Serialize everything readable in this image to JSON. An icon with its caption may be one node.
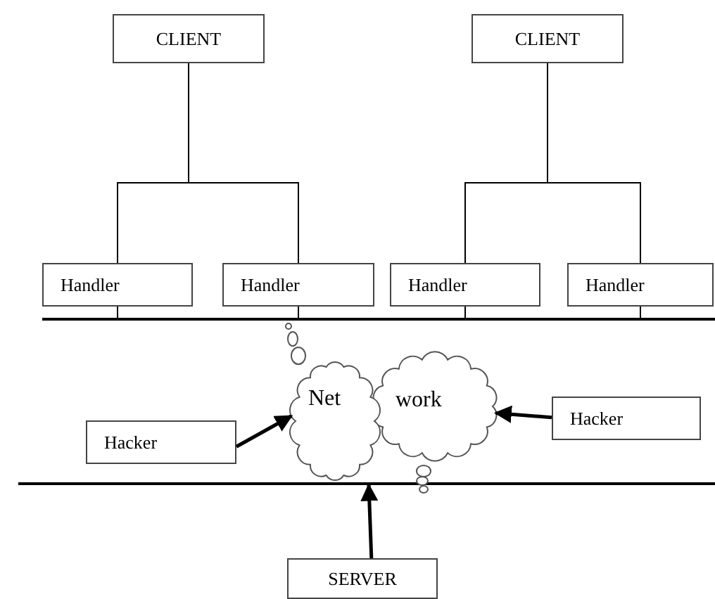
{
  "diagram": {
    "nodes": [
      {
        "text": [
          "CLIENT"
        ]
      },
      {
        "text": [
          "CLIENT"
        ]
      },
      {
        "text": [
          "Handler"
        ]
      },
      {
        "text": [
          "Handler"
        ]
      },
      {
        "text": [
          "Handler"
        ]
      },
      {
        "text": [
          "Handler"
        ]
      },
      {
        "text": [],
        "shape": "bar"
      },
      {
        "text": [
          "Net"
        ]
      },
      {
        "text": [
          "work"
        ]
      },
      {
        "text": [
          "Hacker"
        ]
      },
      {
        "text": [
          "Hacker"
        ]
      },
      {
        "text": [],
        "shape": "bar"
      },
      {
        "text": [
          "SERVER"
        ]
      }
    ],
    "edges": [
      {
        "from": 0,
        "to": 2,
        "arrow": "none"
      },
      {
        "from": 0,
        "to": 3,
        "arrow": "none"
      },
      {
        "from": 1,
        "to": 4,
        "arrow": "none"
      },
      {
        "from": 1,
        "to": 5,
        "arrow": "none"
      },
      {
        "from": 2,
        "to": 6,
        "arrow": "none"
      },
      {
        "from": 3,
        "to": 6,
        "arrow": "none"
      },
      {
        "from": 4,
        "to": 6,
        "arrow": "none"
      },
      {
        "from": 5,
        "to": 6,
        "arrow": "none"
      },
      {
        "from": 9,
        "to": 7,
        "arrow": "to",
        "style": "thick"
      },
      {
        "from": 10,
        "to": 8,
        "arrow": "to",
        "style": "thick"
      },
      {
        "from": 12,
        "to": 11,
        "arrow": "to",
        "style": "thick"
      }
    ]
  }
}
